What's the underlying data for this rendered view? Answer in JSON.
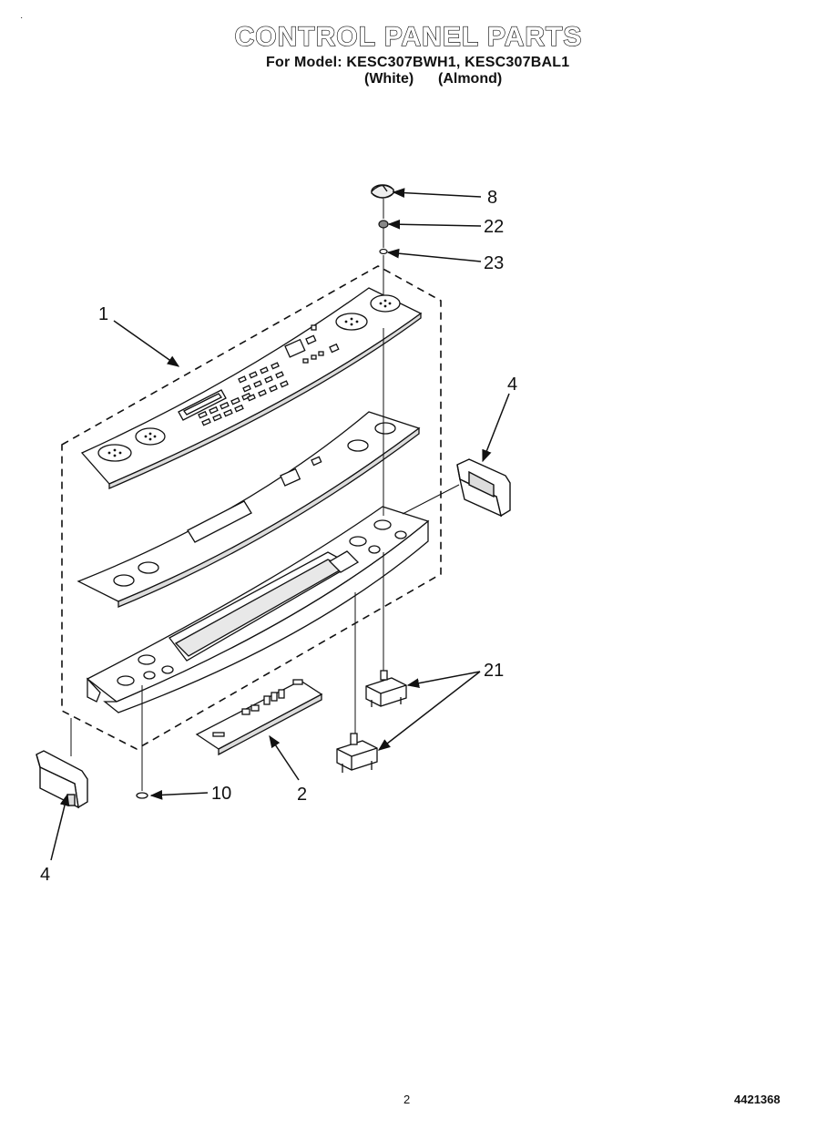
{
  "page": {
    "title": "CONTROL PANEL PARTS",
    "subtitle": "For Model: KESC307BWH1, KESC307BAL1",
    "variants": [
      "(White)",
      "(Almond)"
    ],
    "page_number": "2",
    "document_number": "4421368",
    "corner_mark": "·"
  },
  "diagram": {
    "callouts": [
      "8",
      "22",
      "23",
      "1",
      "4",
      "4",
      "21",
      "10",
      "2"
    ],
    "parts": [
      {
        "label": "8",
        "name": "knob"
      },
      {
        "label": "22",
        "name": "nut"
      },
      {
        "label": "23",
        "name": "washer"
      },
      {
        "label": "1",
        "name": "control panel assembly"
      },
      {
        "label": "4",
        "name": "end cap right"
      },
      {
        "label": "4",
        "name": "end cap left"
      },
      {
        "label": "21",
        "name": "switch"
      },
      {
        "label": "10",
        "name": "washer"
      },
      {
        "label": "2",
        "name": "circuit board"
      }
    ]
  }
}
